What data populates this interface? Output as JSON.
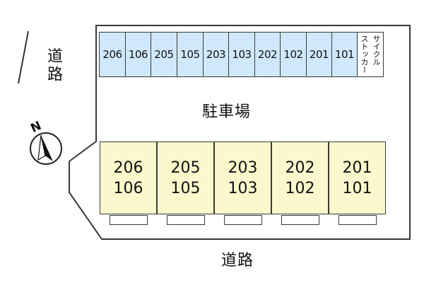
{
  "road_left": "道路",
  "road_bottom": "道路",
  "parking_label": "駐車場",
  "north_letter": "N",
  "parking_spaces": [
    "206",
    "106",
    "205",
    "105",
    "203",
    "103",
    "202",
    "102",
    "201",
    "101"
  ],
  "bicycle_storage": {
    "line1": "サイクル",
    "line2": "ストッカー"
  },
  "buildings": [
    {
      "upper": "206",
      "lower": "106"
    },
    {
      "upper": "205",
      "lower": "105"
    },
    {
      "upper": "203",
      "lower": "103"
    },
    {
      "upper": "202",
      "lower": "102"
    },
    {
      "upper": "201",
      "lower": "101"
    }
  ],
  "colors": {
    "parking_fill": "#cfe8fb",
    "building_fill": "#fbf8cd",
    "outline": "#3a3a3a"
  }
}
